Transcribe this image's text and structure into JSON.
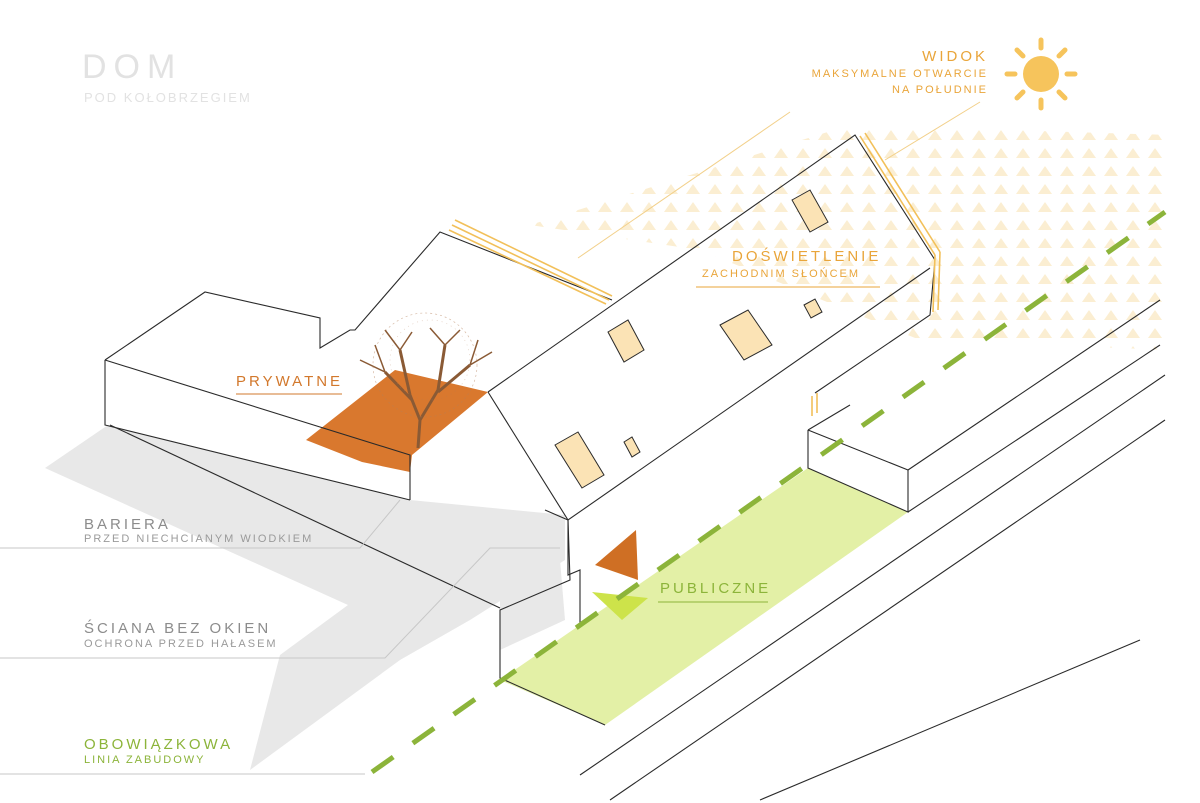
{
  "title": "DOM",
  "subtitle": "POD KOŁOBRZEGIEM",
  "labels": {
    "view_title": "WIDOK",
    "view_line1": "MAKSYMALNE OTWARCIE",
    "view_line2": "NA POŁUDNIE",
    "light_title": "DOŚWIETLENIE",
    "light_sub": "ZACHODNIM SŁOŃCEM",
    "private": "PRYWATNE",
    "public": "PUBLICZNE",
    "barrier_title": "BARIERA",
    "barrier_sub": "PRZED NIECHCIANYM WIODKIEM",
    "wall_title": "ŚCIANA BEZ OKIEN",
    "wall_sub": "OCHRONA PRZED HAŁASEM",
    "line_title": "OBOWIĄZKOWA",
    "line_sub": "LINIA ZABUDOWY"
  },
  "colors": {
    "sun": "#f6c45c",
    "accent_orange": "#e9a53a",
    "private_area": "#d9782e",
    "public_area": "#e3f0a6",
    "build_line": "#8cb43a",
    "window": "#fbe3b5",
    "shadow": "#e6e6e6",
    "label_gray": "#8c8c8c"
  },
  "icons": [
    "sun-icon",
    "tree-icon",
    "arrow-icon"
  ]
}
